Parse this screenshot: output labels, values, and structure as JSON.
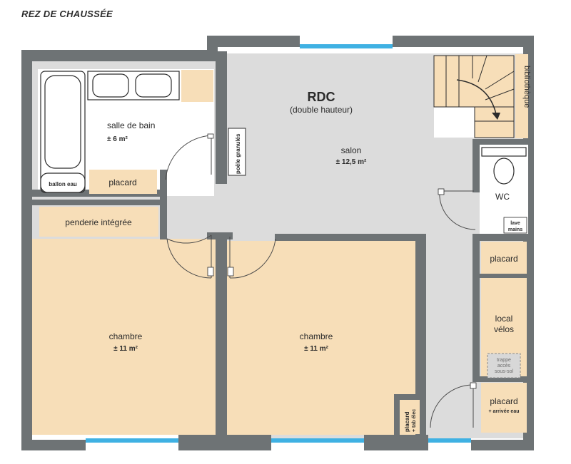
{
  "title": "REZ DE CHAUSSÉE",
  "colors": {
    "wall": "#6e7375",
    "floor_grey": "#dcdcdc",
    "floor_beige": "#f7deb8",
    "window": "#3fb1e3",
    "line": "#4a4a4a"
  },
  "rooms": {
    "rdc": {
      "name": "RDC",
      "note": "(double hauteur)"
    },
    "salon": {
      "name": "salon",
      "area": "± 12,5 m²"
    },
    "bath": {
      "name": "salle de bain",
      "area": "± 6 m²"
    },
    "bedroom_left": {
      "name": "chambre",
      "area": "± 11 m²"
    },
    "bedroom_right": {
      "name": "chambre",
      "area": "± 11 m²"
    },
    "wc": {
      "name": "WC"
    }
  },
  "fixtures": {
    "ballon": "ballon eau",
    "placard_bath": "placard",
    "penderie": "penderie intégrée",
    "poele": "poêle granulés",
    "bibliotheque": "bibliothèque",
    "lave_line1": "lave",
    "lave_line2": "mains",
    "placard_right_top": "placard",
    "local_line1": "local",
    "local_line2": "vélos",
    "trappe_line1": "trappe",
    "trappe_line2": "accès",
    "trappe_line3": "sous-sol",
    "placard_right_bottom": "placard",
    "arrivee": "+ arrivée eau",
    "placard_small_line1": "placard",
    "placard_small_line2": "+ tab élec"
  }
}
